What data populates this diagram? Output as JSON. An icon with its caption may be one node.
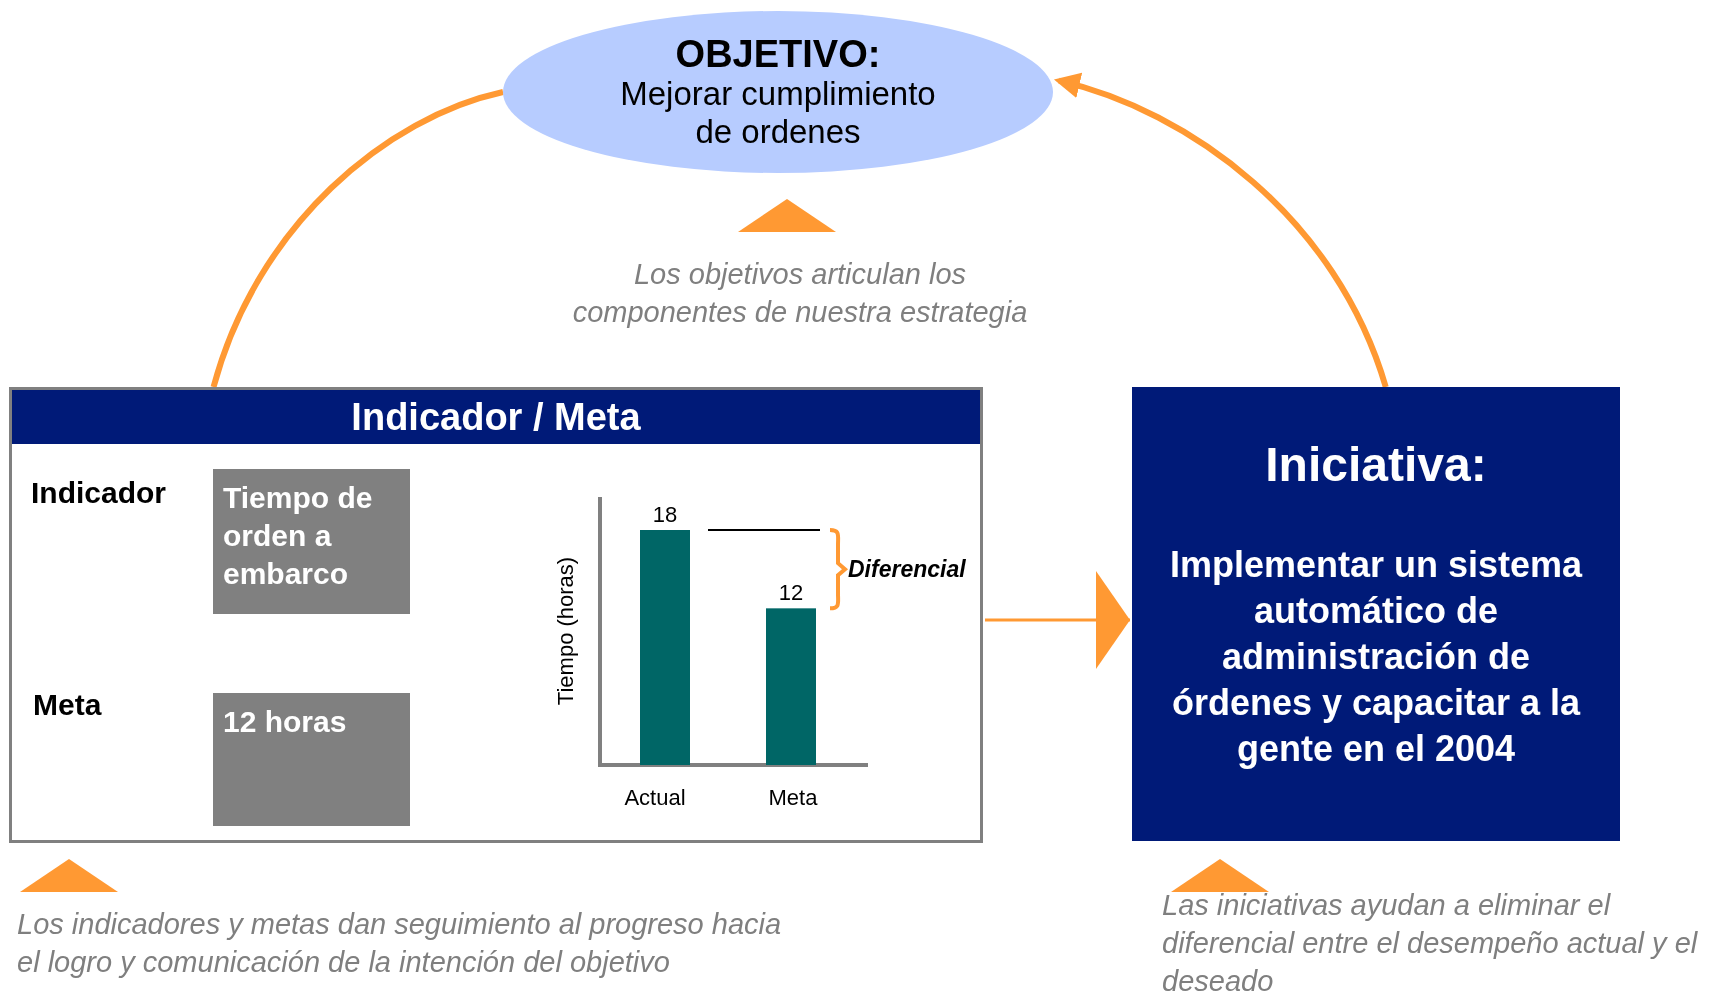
{
  "diagram": {
    "nodes": [
      {
        "text": [
          "OBJETIVO:",
          "Mejorar cumplimiento de ordenes"
        ]
      },
      {
        "text": [
          "Indicador / Meta"
        ]
      },
      {
        "text": [
          "Tiempo de orden a embarco"
        ],
        "in": 1
      },
      {
        "text": [
          "12 horas"
        ],
        "in": 1
      },
      {
        "text": [
          "Iniciativa:",
          "Implementar un sistema automático de administración de órdenes y capacitar a la gente en el 2004"
        ]
      }
    ],
    "edges": [
      {
        "from": 1,
        "to": 0,
        "arrow": "none"
      },
      {
        "from": 4,
        "to": 0,
        "arrow": "to"
      },
      {
        "from": 1,
        "to": 4,
        "arrow": "to"
      }
    ],
    "labels": [
      "Los objetivos articulan los componentes de nuestra estrategia",
      "Indicador",
      "Meta",
      "Los indicadores y metas dan seguimiento al progreso hacia el logro y comunicación de la intención del objetivo",
      "Las iniciativas ayudan a eliminar el diferencial entre el desempeño actual y el deseado"
    ],
    "chart_data": {
      "type": "bar",
      "ylabel": "Tiempo (horas)",
      "categories": [
        "Actual",
        "Meta"
      ],
      "values": [
        18,
        12
      ],
      "data_labels": true,
      "annotations": [
        "Diferencial"
      ]
    }
  }
}
